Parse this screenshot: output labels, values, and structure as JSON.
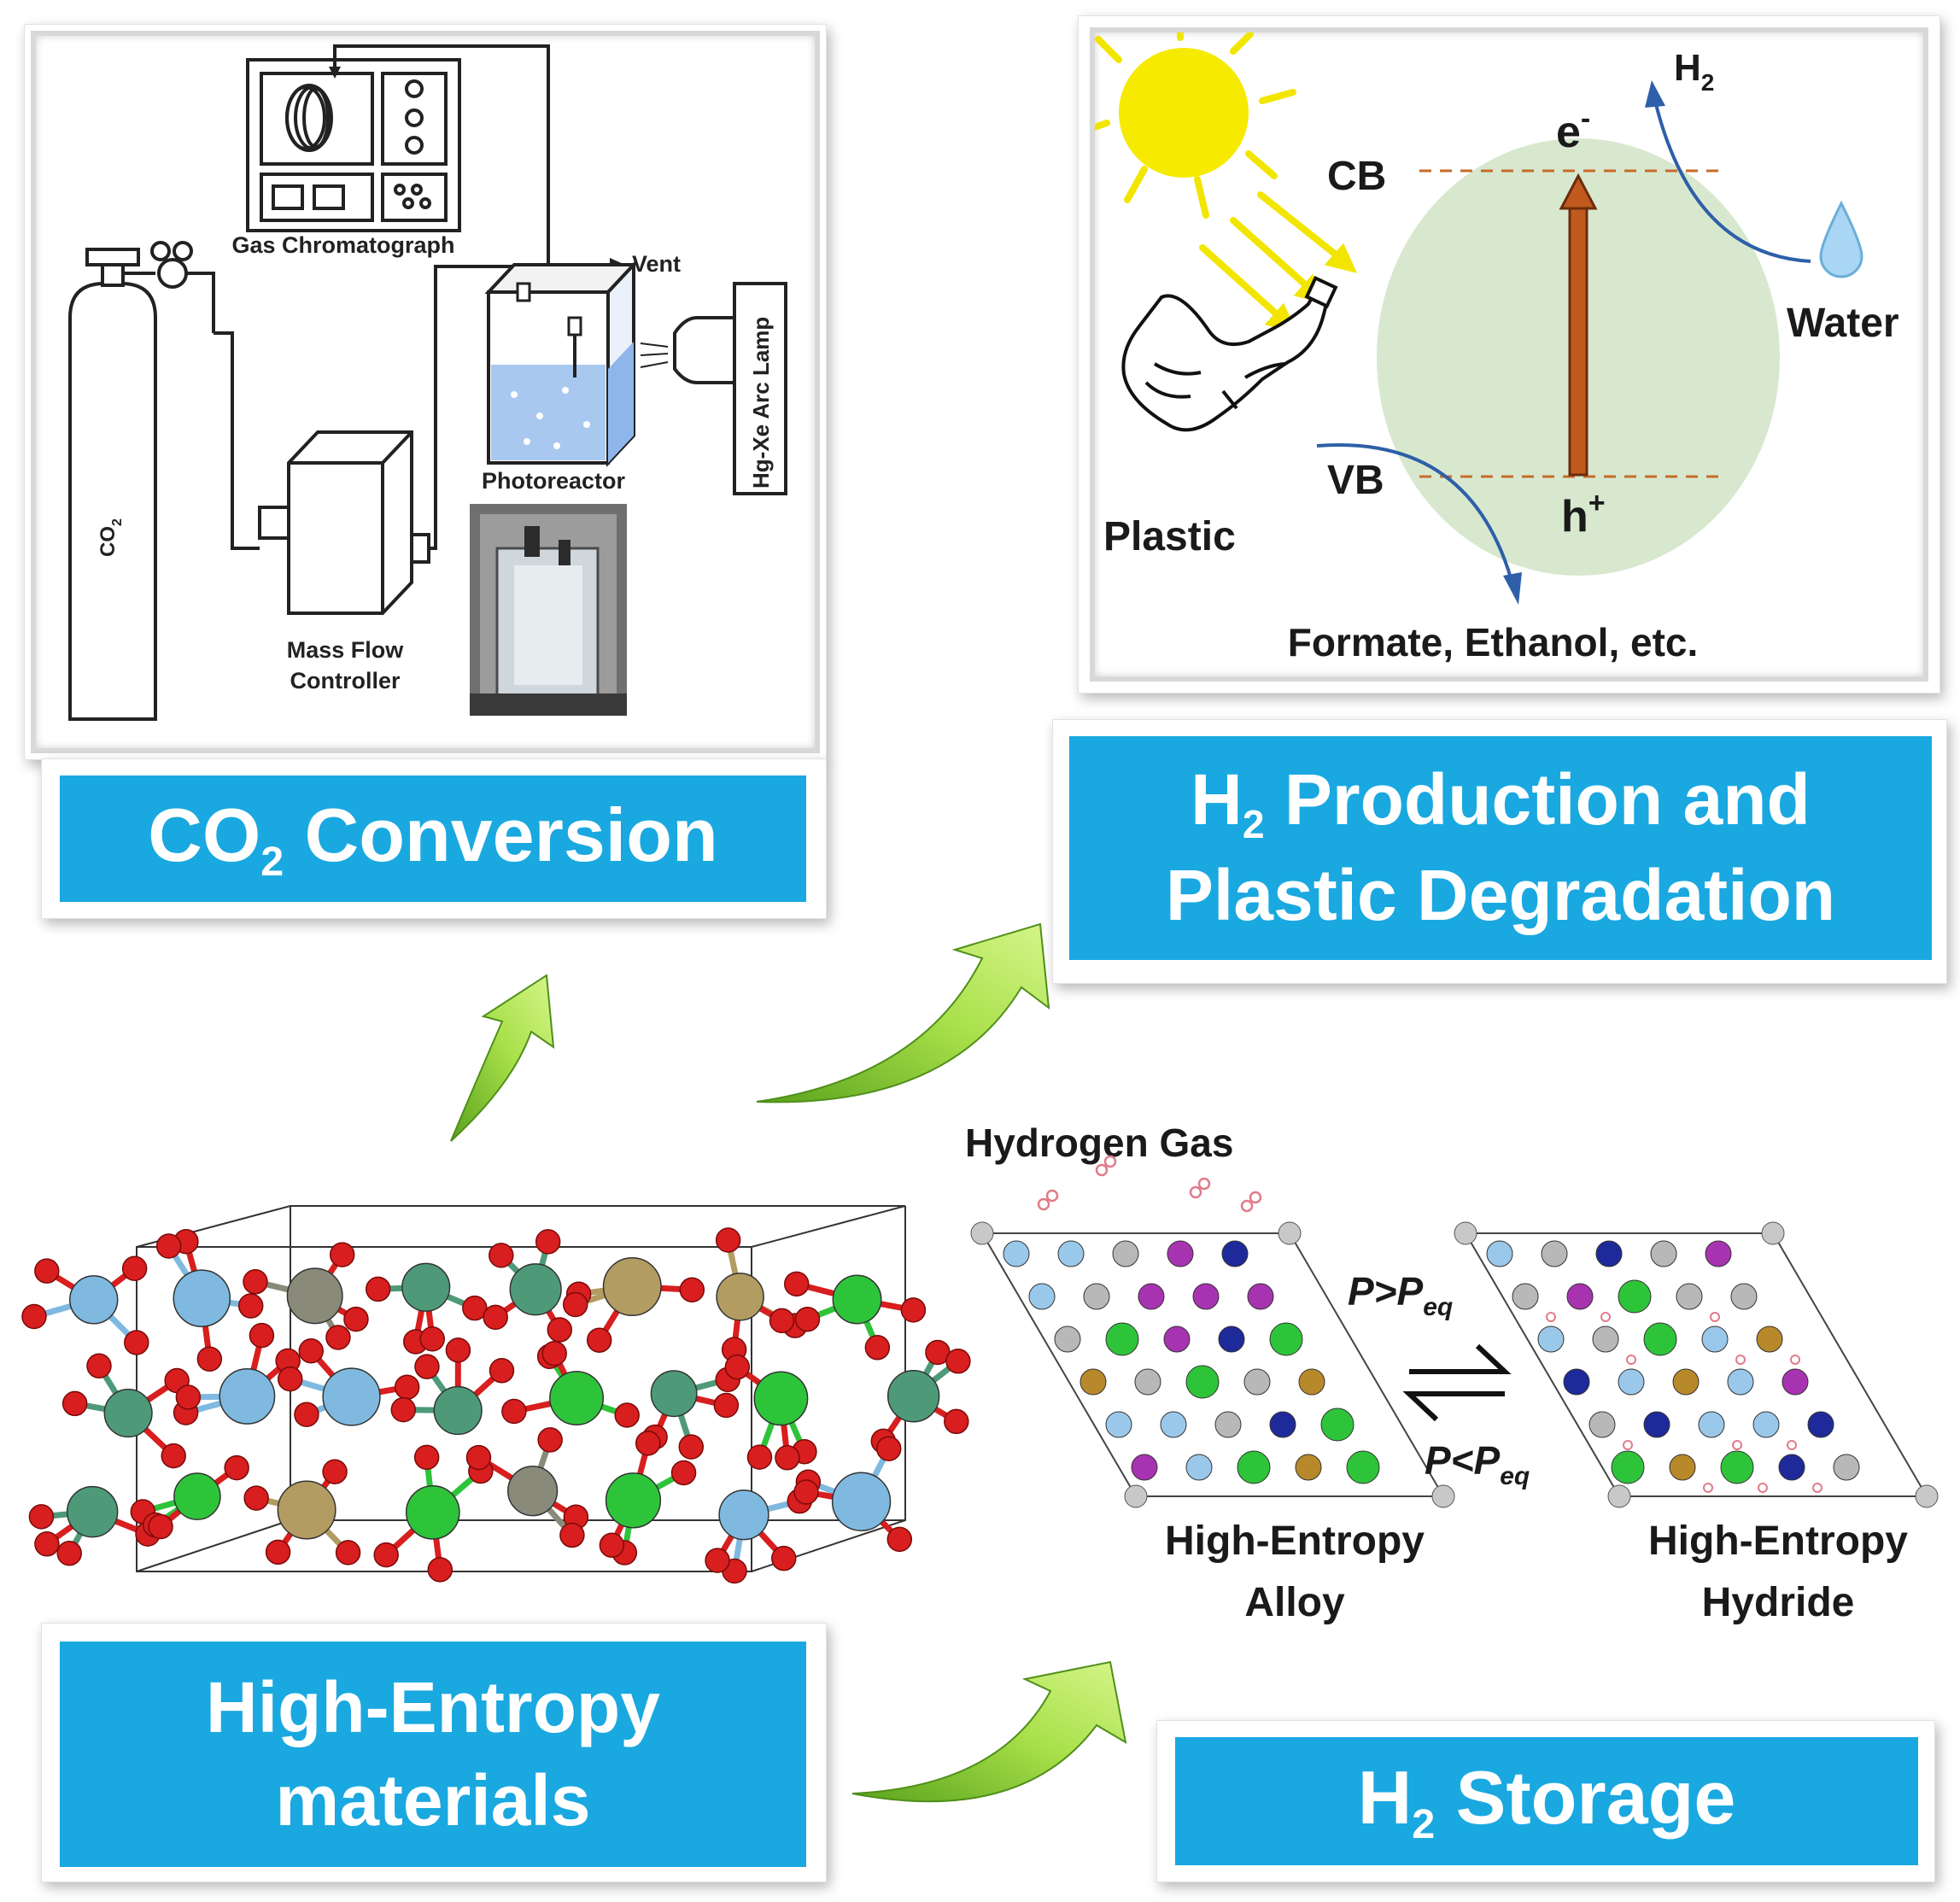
{
  "co2_panel": {
    "gas_chromatograph": "Gas Chromatograph",
    "vent": "Vent",
    "lamp": "Hg-Xe Arc Lamp",
    "photoreactor": "Photoreactor",
    "co2_tank": "CO",
    "co2_tank_sub": "2",
    "mfc_line1": "Mass Flow",
    "mfc_line2": "Controller"
  },
  "co2_label": {
    "main": "CO",
    "sub": "2",
    "rest": " Conversion"
  },
  "h2_panel": {
    "h2": "H",
    "h2_sub": "2",
    "electron": "e",
    "electron_sup": "-",
    "cb": "CB",
    "vb": "VB",
    "water": "Water",
    "plastic": "Plastic",
    "hole": "h",
    "hole_sup": "+",
    "products": "Formate, Ethanol, etc."
  },
  "h2_label": {
    "line1_main": "H",
    "line1_sub": "2",
    "line1_rest": " Production and",
    "line2": "Plastic Degradation"
  },
  "storage_panel": {
    "gas": "Hydrogen Gas",
    "p_gt": "P>P",
    "p_lt": "P<P",
    "eq": "eq",
    "alloy_line1": "High-Entropy",
    "alloy_line2": "Alloy",
    "hydride_line1": "High-Entropy",
    "hydride_line2": "Hydride"
  },
  "hem_label": {
    "line1": "High-Entropy",
    "line2": "materials"
  },
  "storage_label": {
    "main": "H",
    "sub": "2",
    "rest": " Storage"
  },
  "colors": {
    "label_blue": "#1aa8e0",
    "arrow_green": "#8fd63a",
    "oxygen_red": "#d81e1e"
  }
}
